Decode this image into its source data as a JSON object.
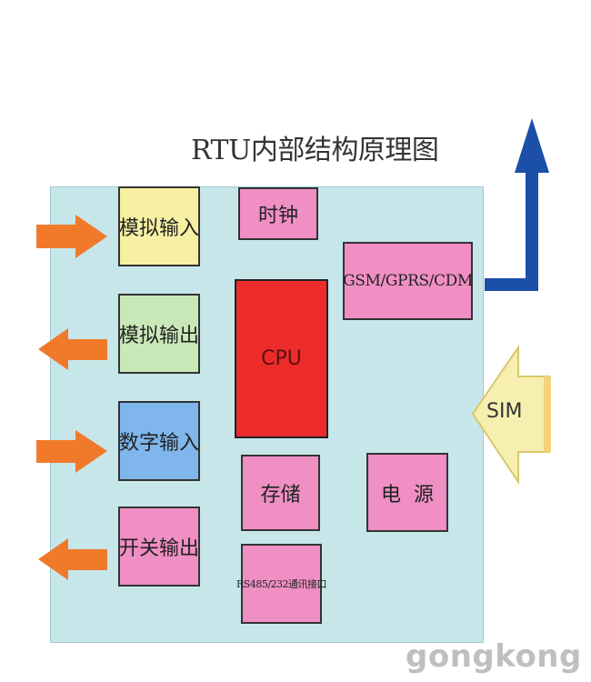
{
  "diagram": {
    "title": "RTU内部结构原理图",
    "blocks": {
      "analog_input": "模拟输入",
      "analog_output": "模拟输出",
      "digital_input": "数字输入",
      "switch_output": "开关输出",
      "clock": "时钟",
      "cpu": "CPU",
      "storage": "存储",
      "comm_port": "RS485/232通讯接口",
      "gsm": "GSM/GPRS/CDM",
      "power": "电源"
    },
    "sim_label": "SIM",
    "colors": {
      "board": "#c7e6ea",
      "pink": "#ef8fc4",
      "yellow": "#f7f0a2",
      "green": "#c9e8b8",
      "blue_box": "#7fb6ec",
      "cpu_red": "#ee2b2b",
      "orange_arrow": "#f07a2a",
      "blue_arrow": "#1c4fa8",
      "sim_arrow": "#f6efb0"
    }
  },
  "watermark": "gongkong"
}
